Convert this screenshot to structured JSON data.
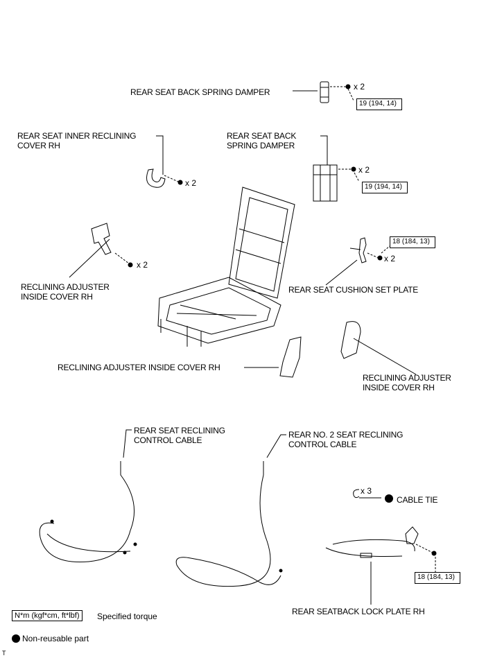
{
  "labels": {
    "spring_damper_top": "REAR SEAT BACK SPRING DAMPER",
    "inner_reclining_cover_l1": "REAR SEAT INNER RECLINING",
    "inner_reclining_cover_l2": "COVER RH",
    "spring_damper_mid_l1": "REAR SEAT BACK",
    "spring_damper_mid_l2": "SPRING DAMPER",
    "adjuster_cover_left_l1": "RECLINING ADJUSTER",
    "adjuster_cover_left_l2": "INSIDE COVER RH",
    "cushion_set_plate": "REAR SEAT CUSHION SET PLATE",
    "adjuster_cover_center": "RECLINING ADJUSTER INSIDE COVER RH",
    "adjuster_cover_right_l1": "RECLINING ADJUSTER",
    "adjuster_cover_right_l2": "INSIDE COVER RH",
    "reclining_cable_l1": "REAR SEAT RECLINING",
    "reclining_cable_l2": "CONTROL CABLE",
    "no2_reclining_cable_l1": "REAR NO. 2 SEAT RECLINING",
    "no2_reclining_cable_l2": "CONTROL CABLE",
    "cable_tie": "CABLE TIE",
    "seatback_lock_plate": "REAR SEATBACK LOCK PLATE RH"
  },
  "quantities": {
    "top_damper": "x 2",
    "inner_cover": "x 2",
    "mid_damper": "x 2",
    "adjuster_left": "x 2",
    "cushion_plate": "x 2",
    "cable_tie": "x 3"
  },
  "torques": {
    "top_damper": "19 (194, 14)",
    "mid_damper": "19 (194, 14)",
    "cushion_plate": "18 (184, 13)",
    "lock_plate": "18 (184, 13)"
  },
  "legend": {
    "torque_unit": "N*m (kgf*cm, ft*lbf)",
    "torque_desc": "Specified torque",
    "nonreusable_desc": "Non-reusable part"
  },
  "footer_mark": "T"
}
